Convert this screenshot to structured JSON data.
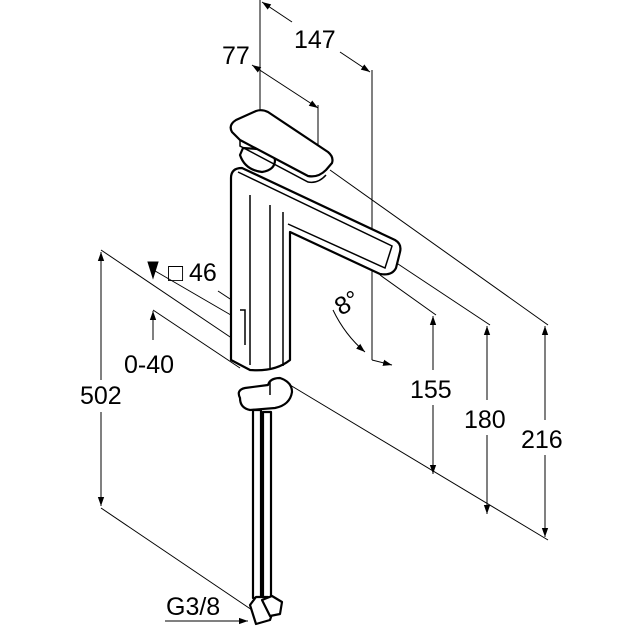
{
  "title": "Faucet dimension drawing",
  "colors": {
    "line": "#000000",
    "background": "#ffffff"
  },
  "dimensions": {
    "spout_reach": "147",
    "handle_offset": "77",
    "body_square": "46",
    "square_symbol": "□",
    "tilt_angle": "8°",
    "counter_thickness": "0-40",
    "hose_length": "502",
    "spout_height": "155",
    "outlet_height": "180",
    "total_height": "216",
    "connection_thread": "G3/8"
  }
}
